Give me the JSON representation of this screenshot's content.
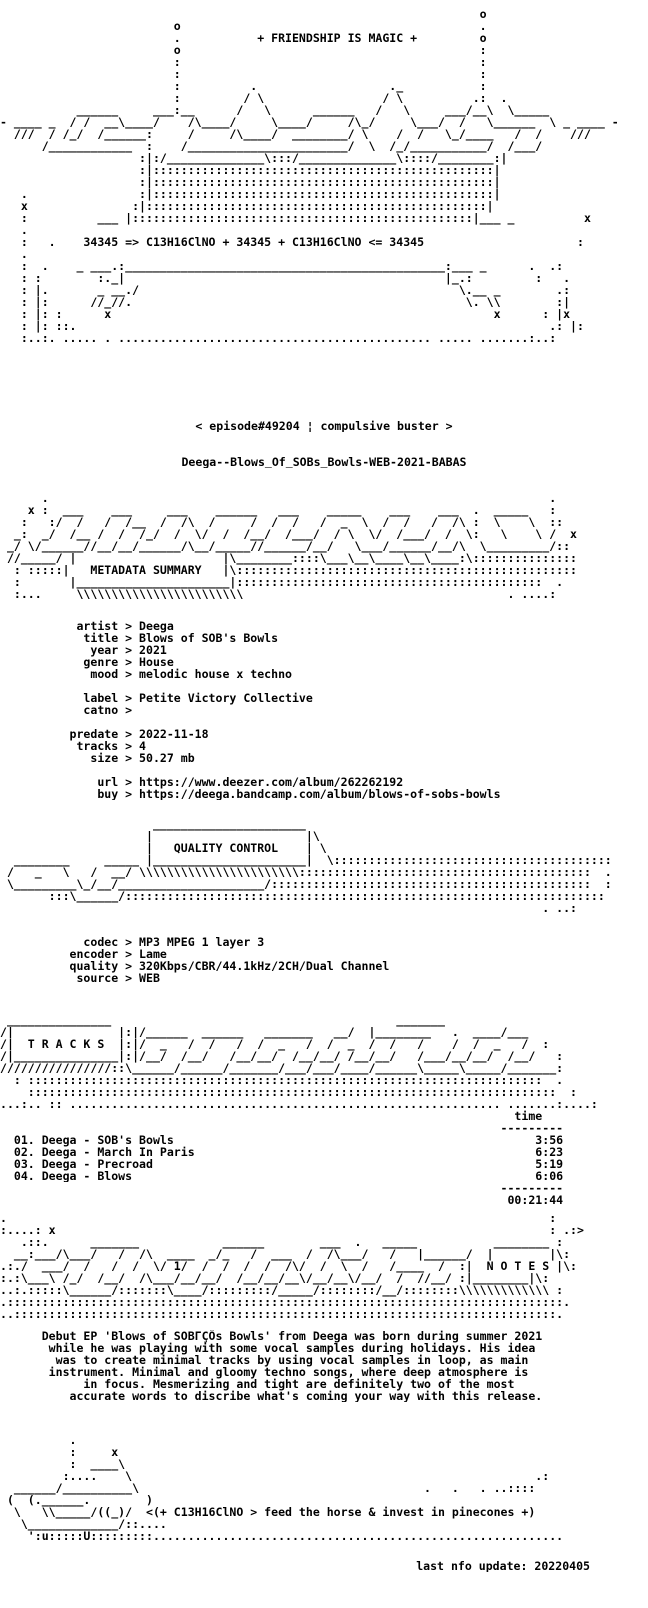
{
  "header_art": "                                                                     o\n                         o                                           .\n                         .           + FRIENDSHIP IS MAGIC +         o\n                         o                                           :\n                         :                                           :\n                         :                                           :\n                         :          .                   ._           :\n                         :         / \\                 / \\          .:  .\n           ______     ___:__      /   \\      ______   /   \\     ___/__\\  \\_____\n- ____ _  / /  __\\____/    /\\____/     \\____/     /\\_/     \\___/  /   \\______  \\ _ ____ -\n  ///  / /_/  /______:     /     /\\____/  ________/ \\    /  /   \\_/____   /  /    ///\n      /____________  :    /_______________________/  \\  /_/___________/  /___/\n                    :|:/______________\\:::/______________\\::::/________:|\n                    :|:::::::::::::::::::::::::::::::::::::::::::::::::|\n                    :|:::::::::::::::::::::::::::::::::::::::::::::::::|\n   .                :|:::::::::::::::::::::::::::::::::::::::::::::::::|\n   x               :|:::::::::::::::::::::::::::::::::::::::::::::::::|\n   :          ___ |:::::::::::::::::::::::::::::::::::::::::::::::::|___ _          x\n   .\n   :   .    34345 => C13H16ClNO + 34345 + C13H16ClNO <= 34345                      :\n   .\n   :  .    _ ___.:______________________________________________:___ _      .  .:\n   : :        :._|                                              |_.:         :   .\n   : |.       _ __./                                              \\.__ _        .:\n   : |:      //_//.                                                \\. \\\\        :|\n   : |: :      x                                                       x      : |x\n   : |: ::.                                                                    .: |:\n   :..:. ..... . ............................................. ..... .......:..:",
  "episode_line": "< episode#49204 ¦ compulsive buster >",
  "release_name": "Deega--Blows_Of_SOBs_Bowls-WEB-2021-BABAS",
  "metadata_art": "      .                                                                        .\n    x :  ___    ___     ___    ______   ___    _____    ___    ___  .  _____   :\n   :   :/  /   /  /__  /  /\\  /     /  /  /   /  _  \\  /  /   /  /\\ :  \\    \\  ::\n  _:  _/  /__ /  /  /_/  /  \\/  /  /__/  /___/  / \\  \\/  /___/  /  \\:   \\    \\ /  x\n _/ \\/______//__/__/______/\\__/_____//______/__/   \\___/______/__/\\  \\_________/::\n //_____/ |                     |\\________::::\\___\\__\\____\\__\\____:\\:::::::::::::::\n  : :::::|   METADATA SUMMARY   |\\:::::::::::::::::::::::::::::::::::::::::::::::::\n  :       |______________________|::::::::::::::::::::::::::::::::::::::::::::  .\n  :...     \\\\\\\\\\\\\\\\\\\\\\\\\\\\\\\\\\\\\\\\\\\\\\\\                                      . ....:",
  "metadata_fields": "           artist > Deega\n            title > Blows of SOB's Bowls\n             year > 2021\n            genre > House\n             mood > melodic house x techno\n\n            label > Petite Victory Collective\n            catno >\n\n          predate > 2022-11-18\n           tracks > 4\n             size > 50.27 mb\n\n              url > https://www.deezer.com/album/262262192\n              buy > https://deega.bandcamp.com/album/blows-of-sobs-bowls",
  "quality_art": "                      ______________________\n                     |                      |\\\n                     |   QUALITY CONTROL    | \\\n  ________     _____ |______________________|  \\::::::::::::::::::::::::::::::::::::::::\n /   _   \\   /  __/ \\\\\\\\\\\\\\\\\\\\\\\\\\\\\\\\\\\\\\\\\\\\\\::::::::::::::::::::::::::::::::::::::::::  .\n \\_________\\_/__/_____________________/::::::::::::::::::::::::::::::::::::::::::::::  :\n       :::\\______/:::::::::::::::::::::::::::::::::::::::::::::::::::::::::::::::::::::\n                                                                              . ..:",
  "quality_fields": "            codec > MP3 MPEG 1 layer 3\n          encoder > Lame\n          quality > 320Kbps/CBR/44.1kHz/2CH/Dual Channel\n           source > WEB",
  "tracks_art": " _______________                                         _______\n/|               |:|/______  ______   _______   __/  |________   .  ____/___\n/|  T R A C K S  |:|/  _   /  /   /  /  _   /  /  _  /  /   /    /  /  _   /  :\n/|_______________|:|/__/  /__/   /__/__/  /__/__/ /__/__/   /___/__/__/  /__/   :\n////////////////::\\______/______/_______/___/___/____/______\\_____\\_____/_______:\n  : ::::::::::::::::::::::::::::::::::::::::::::::::::::::::::::::::::::::::::  .\n    ::::::::::::::::::::::::::::::::::::::::::::::::::::::::::::::::::::::::::::  :\n...:.. :: .............................................................. .......:....:",
  "tracks_header": "                                                                          time\n                                                                        ---------",
  "tracks_list": "  01. Deega - SOB's Bowls                                                    3:56\n  02. Deega - March In Paris                                                 6:23\n  03. Deega - Precroad                                                       5:19\n  04. Deega - Blows                                                          6:06",
  "tracks_footer": "                                                                        ---------\n                                                                         00:21:44",
  "notes_art": ".                                                                              :\n:....: x                                                                       : .:>\n   .::.      _______            ______        ___  .   _____           ________ :\n  __:___/\\___/   /  /\\  ____  _/_   /  ___  /  /\\___/   /   |______/  |        |\\:\n.:./  ___/  /   /  /  \\/ 1/  /  /  /  /  /\\/  /  \\  /   /____  /  :|  N O T E S |\\:\n:.:\\___\\ /_/  /__/  /\\___/__/__/  /__/__/__\\/__/__\\/__/  /  //__/ :|________|\\:\n..:.:::::\\______/:::::::\\____/:::::::::/_____/::::::::/__/::::::::\\\\\\\\\\\\\\\\\\\\\\\\\\ :\n.::::::::::::::::::::::::::::::::::::::::::::::::::::::::::::::::::::::::::::::::.\n..::::::::::::::::::::::::::::::::::::::::::::::::::::::::::::::::::::::::::::::.",
  "notes_text": "      Debut EP 'Blows of SOBΓÇÖs Bowls' from Deega was born during summer 2021\n       while he was playing with some vocal samples during holidays. His idea\n        was to create minimal tracks by using vocal samples in loop, as main\n       instrument. Minimal and gloomy techno songs, where deep atmosphere is\n            in focus. Mesmerizing and tight are definitely two of the most\n          accurate words to discribe what's coming your way with this release.",
  "footer_art": "          .\n          :     x\n          :  ____\\\n         :....    \\                                                          .:\n  ______/__________\\                                         .   .   . ..::::\n (  (.______.        )\n  \\   \\\\_____/((_)/  <(+ C13H16ClNO > feed the horse & invest in pinecones +)\n   \\_____________/::....\n    ':u:::::U:::::::::...........................................................",
  "last_update": "last nfo update: 20220405"
}
